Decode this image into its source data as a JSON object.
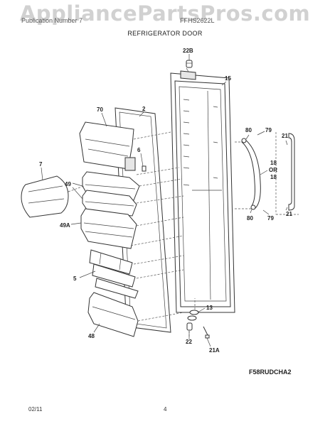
{
  "watermark": "AppliancePartsPros.com",
  "header": {
    "left_text": "Publication Number 7",
    "model_text": "FFHS2622L",
    "title": "REFRIGERATOR DOOR"
  },
  "diagram_code": "F58RUDCHA2",
  "footer": {
    "date": "02/11",
    "page": "4"
  },
  "callouts": {
    "c22b": "22B",
    "c15": "15",
    "c70": "70",
    "c2": "2",
    "c6": "6",
    "c7": "7",
    "c49": "49",
    "c49a": "49A",
    "c5": "5",
    "c48": "48",
    "c80a": "80",
    "c79a": "79",
    "c21a": "21",
    "c18a": "18",
    "cor": "OR",
    "c18b": "18",
    "c80b": "80",
    "c79b": "79",
    "c21b": "21",
    "c13": "13",
    "c22": "22",
    "c21aa": "21A"
  }
}
